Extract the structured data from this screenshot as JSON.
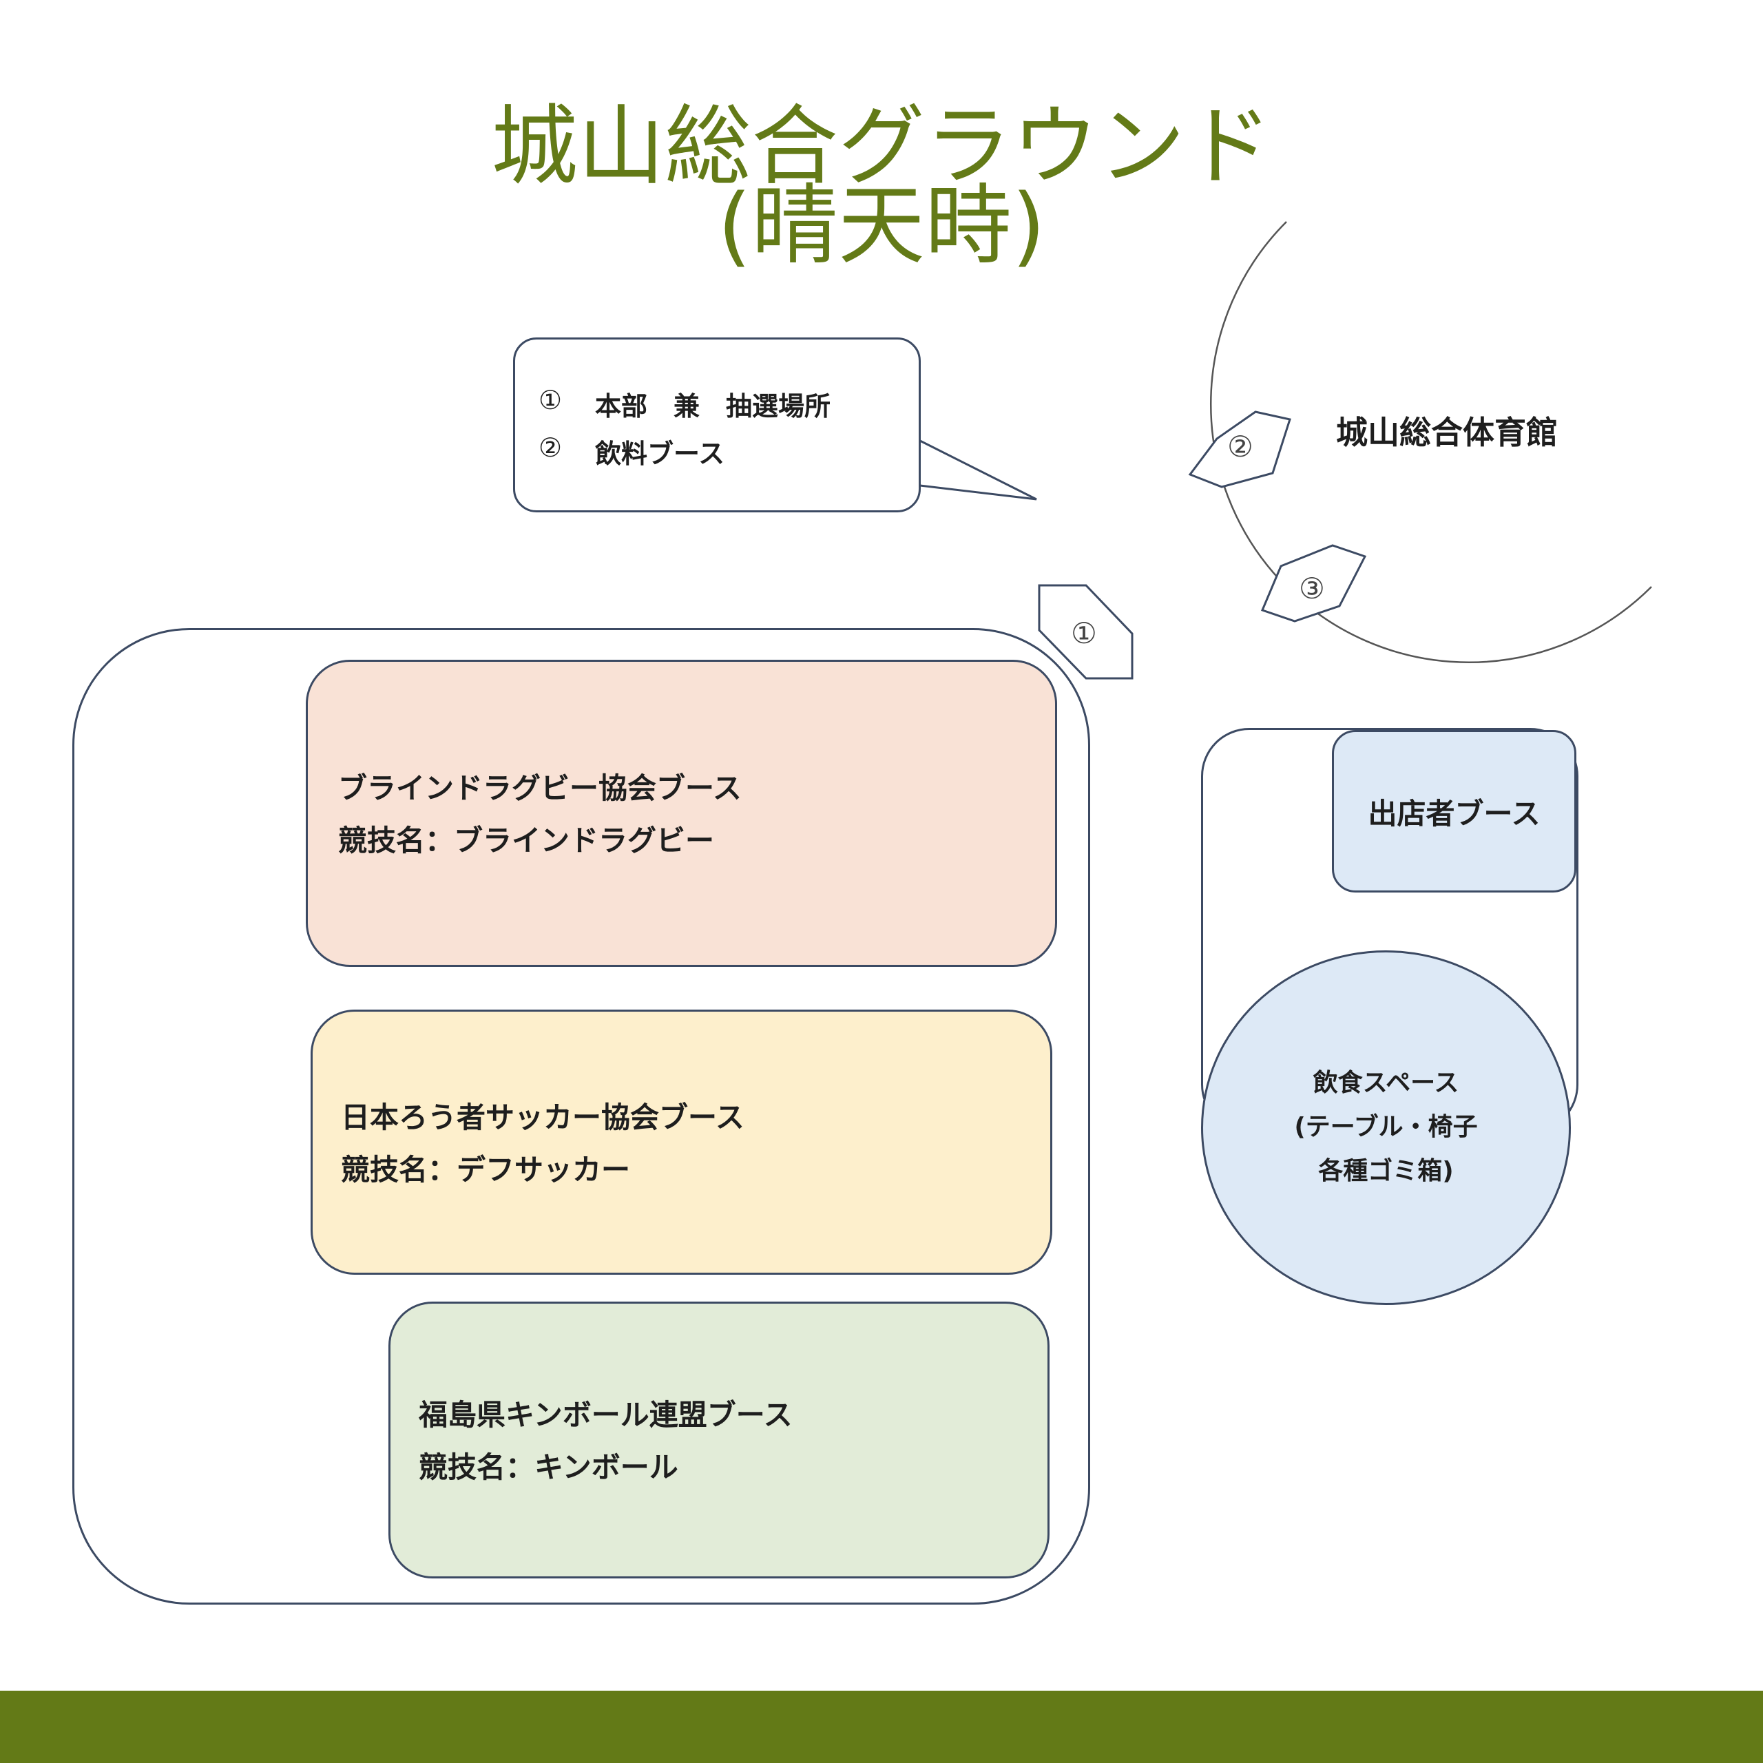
{
  "title": {
    "line1": "城山総合グラウンド",
    "line2": "(晴天時)"
  },
  "callout": {
    "items": [
      {
        "num": "①",
        "label": "本部　兼　抽選場所"
      },
      {
        "num": "②",
        "label": "飲料ブース"
      }
    ]
  },
  "gym": {
    "label": "城山総合体育館"
  },
  "markers": {
    "m1": "①",
    "m2": "②",
    "m3": "③"
  },
  "booths": {
    "blind_rugby": {
      "name": "ブラインドラグビー協会ブース",
      "sport": "競技名：ブラインドラグビー"
    },
    "deaf_soccer": {
      "name": "日本ろう者サッカー協会ブース",
      "sport": "競技名：デフサッカー"
    },
    "kinball": {
      "name": "福島県キンボール連盟ブース",
      "sport": "競技名：キンボール"
    }
  },
  "vendor": {
    "label": "出店者ブース"
  },
  "dining": {
    "lines": [
      "飲食スペース",
      "(テーブル・椅子",
      "各種ゴミ箱)"
    ]
  },
  "colors": {
    "accent": "#637a17",
    "outline": "#3c4a63",
    "blind_rugby_fill": "#f9e2d6",
    "deaf_soccer_fill": "#fdefcc",
    "kinball_fill": "#e2ecd8",
    "vendor_fill": "#dde9f6"
  }
}
